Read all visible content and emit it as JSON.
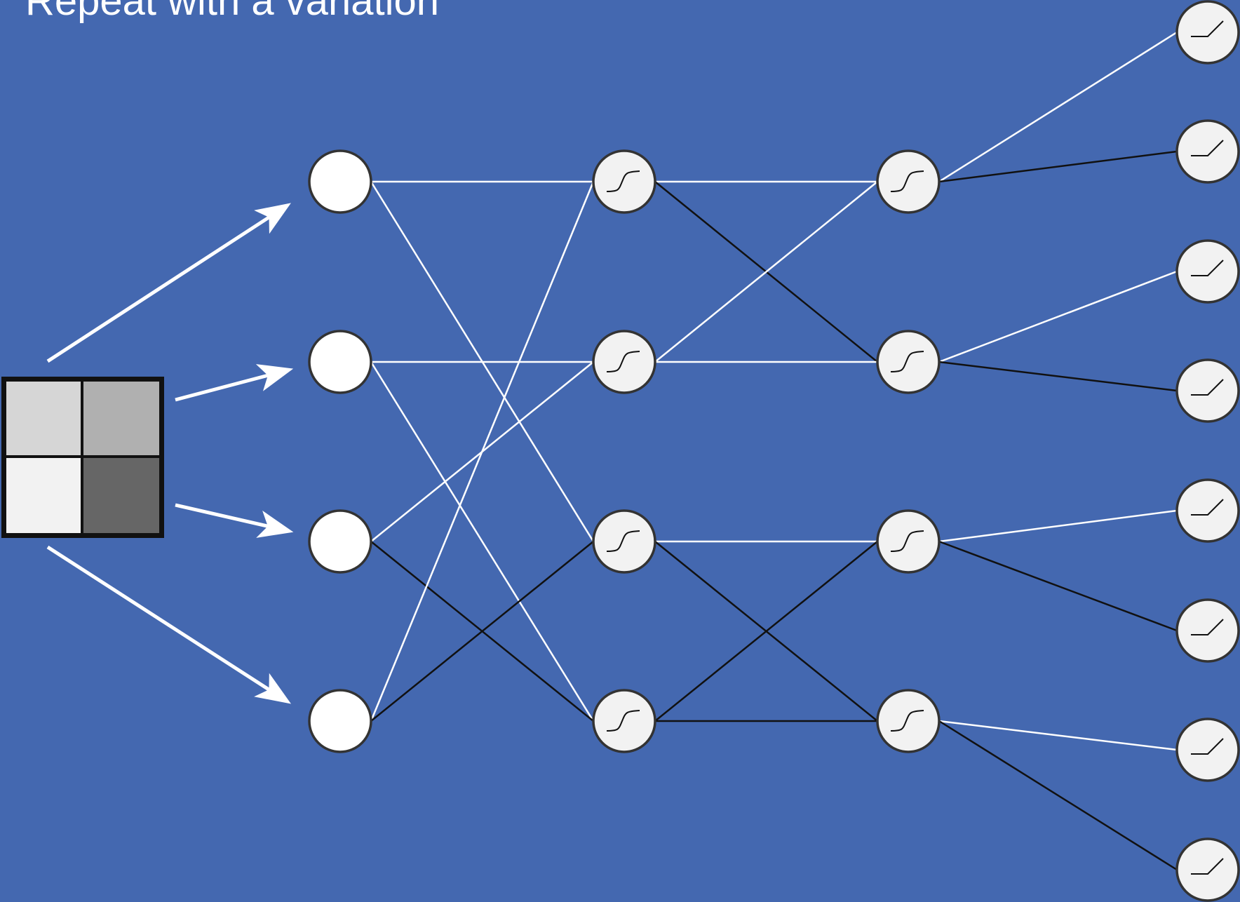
{
  "slide": {
    "title": "Repeat with a variation",
    "background": "#4468B0"
  },
  "input_image": {
    "pixels": [
      {
        "name": "top-left",
        "color": "#d6d6d6"
      },
      {
        "name": "top-right",
        "color": "#b0b0b0"
      },
      {
        "name": "bottom-left",
        "color": "#f2f2f2"
      },
      {
        "name": "bottom-right",
        "color": "#666666"
      }
    ]
  },
  "network": {
    "layers": [
      {
        "name": "input",
        "count": 4,
        "activation": "none"
      },
      {
        "name": "hidden-1",
        "count": 4,
        "activation": "sigmoid"
      },
      {
        "name": "hidden-2",
        "count": 4,
        "activation": "sigmoid"
      },
      {
        "name": "output",
        "count": 8,
        "activation": "relu"
      }
    ],
    "connections": [
      {
        "from_layer": 0,
        "from": 0,
        "to": 0,
        "sign": "positive"
      },
      {
        "from_layer": 0,
        "from": 0,
        "to": 2,
        "sign": "positive"
      },
      {
        "from_layer": 0,
        "from": 1,
        "to": 1,
        "sign": "positive"
      },
      {
        "from_layer": 0,
        "from": 1,
        "to": 3,
        "sign": "positive"
      },
      {
        "from_layer": 0,
        "from": 2,
        "to": 1,
        "sign": "positive"
      },
      {
        "from_layer": 0,
        "from": 2,
        "to": 3,
        "sign": "negative"
      },
      {
        "from_layer": 0,
        "from": 3,
        "to": 0,
        "sign": "positive"
      },
      {
        "from_layer": 0,
        "from": 3,
        "to": 2,
        "sign": "negative"
      },
      {
        "from_layer": 1,
        "from": 0,
        "to": 0,
        "sign": "positive"
      },
      {
        "from_layer": 1,
        "from": 0,
        "to": 1,
        "sign": "negative"
      },
      {
        "from_layer": 1,
        "from": 1,
        "to": 0,
        "sign": "positive"
      },
      {
        "from_layer": 1,
        "from": 1,
        "to": 1,
        "sign": "positive"
      },
      {
        "from_layer": 1,
        "from": 2,
        "to": 2,
        "sign": "positive"
      },
      {
        "from_layer": 1,
        "from": 2,
        "to": 3,
        "sign": "negative"
      },
      {
        "from_layer": 1,
        "from": 3,
        "to": 2,
        "sign": "negative"
      },
      {
        "from_layer": 1,
        "from": 3,
        "to": 3,
        "sign": "negative"
      },
      {
        "from_layer": 2,
        "from": 0,
        "to": 0,
        "sign": "positive"
      },
      {
        "from_layer": 2,
        "from": 0,
        "to": 1,
        "sign": "negative"
      },
      {
        "from_layer": 2,
        "from": 1,
        "to": 2,
        "sign": "positive"
      },
      {
        "from_layer": 2,
        "from": 1,
        "to": 3,
        "sign": "negative"
      },
      {
        "from_layer": 2,
        "from": 2,
        "to": 4,
        "sign": "positive"
      },
      {
        "from_layer": 2,
        "from": 2,
        "to": 5,
        "sign": "negative"
      },
      {
        "from_layer": 2,
        "from": 3,
        "to": 6,
        "sign": "positive"
      },
      {
        "from_layer": 2,
        "from": 3,
        "to": 7,
        "sign": "negative"
      }
    ],
    "colors": {
      "positive": "#ffffff",
      "negative": "#111111",
      "node_fill": "#f2f2f2",
      "input_node_fill": "#ffffff",
      "node_stroke": "#333333"
    }
  }
}
